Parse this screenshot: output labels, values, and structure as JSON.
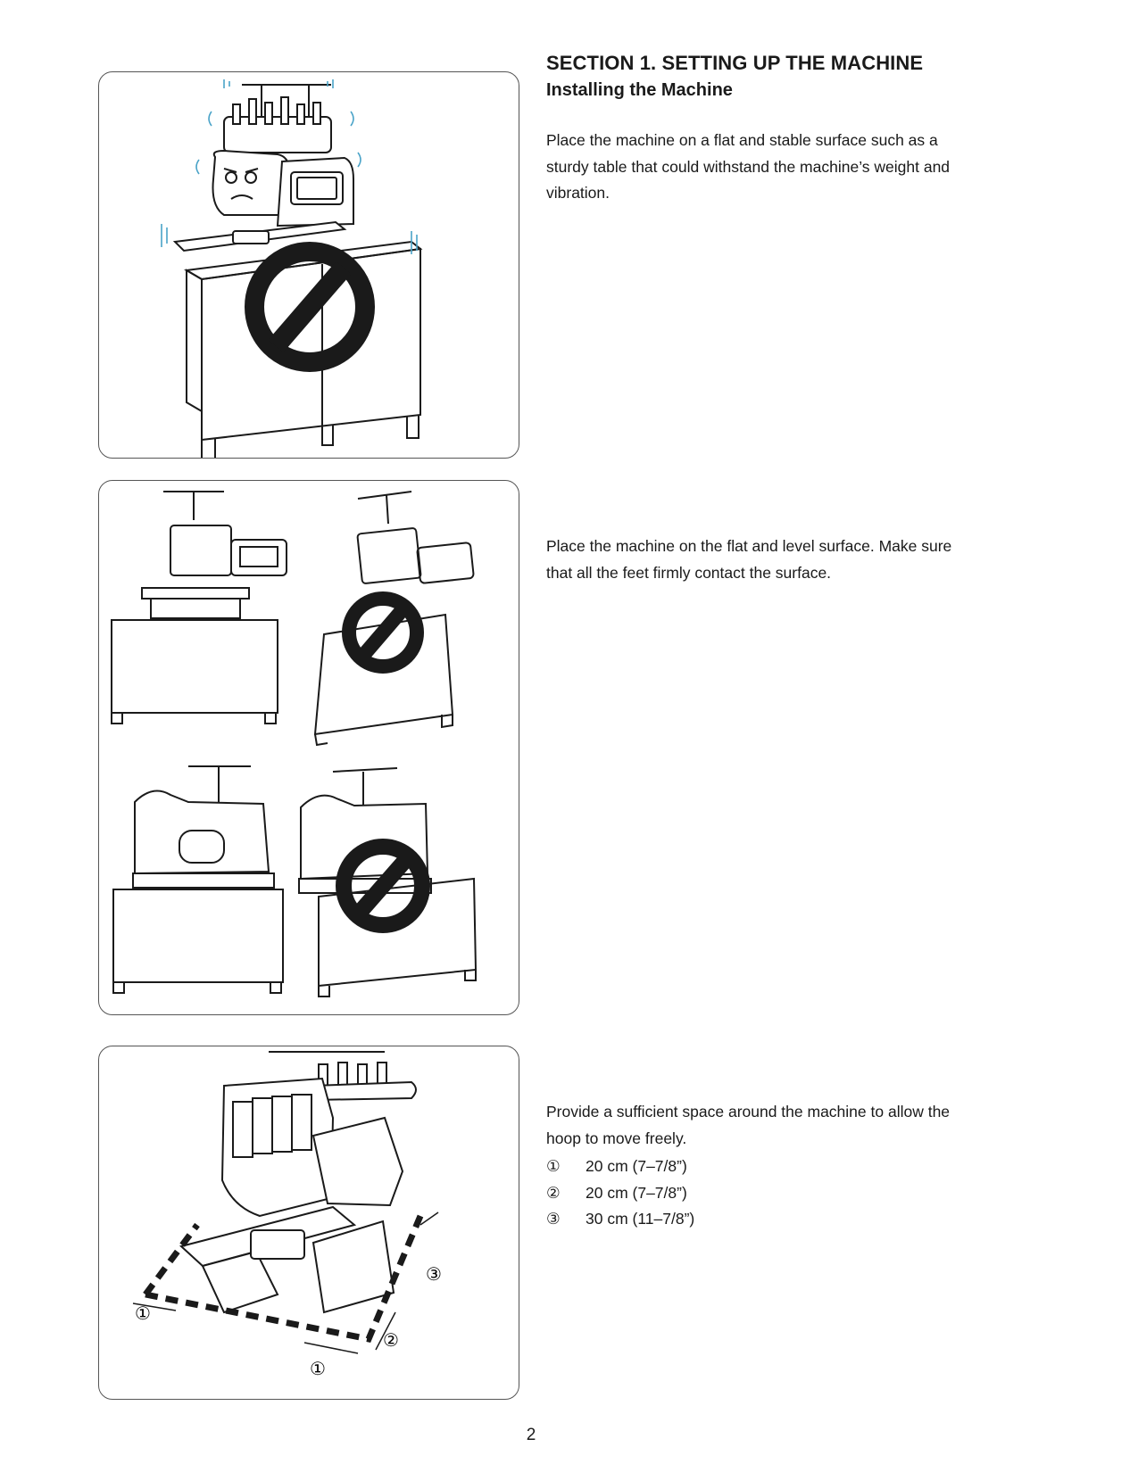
{
  "header": {
    "section_title": "SECTION 1. SETTING UP THE MACHINE",
    "subtitle": "Installing the Machine"
  },
  "blocks": [
    {
      "text": "Place the machine on a flat and stable surface such as a sturdy table that could withstand the machine’s weight and vibration."
    },
    {
      "text": "Place the machine on the flat and level surface. Make sure that all the feet firmly contact the surface."
    },
    {
      "text": "Provide a sufficient space around the machine to allow the hoop to move freely."
    }
  ],
  "dimensions": [
    {
      "marker": "①",
      "value": "20 cm (7–7/8”)"
    },
    {
      "marker": "②",
      "value": "20 cm (7–7/8”)"
    },
    {
      "marker": "③",
      "value": "30 cm (11–7/8”)"
    }
  ],
  "figure_labels": {
    "one": "①",
    "two": "②",
    "three": "③"
  },
  "page_number": "2",
  "icons": [
    "prohibited-icon"
  ],
  "colors": {
    "ink": "#1a1a1a",
    "vibration": "#4aa3c8"
  }
}
